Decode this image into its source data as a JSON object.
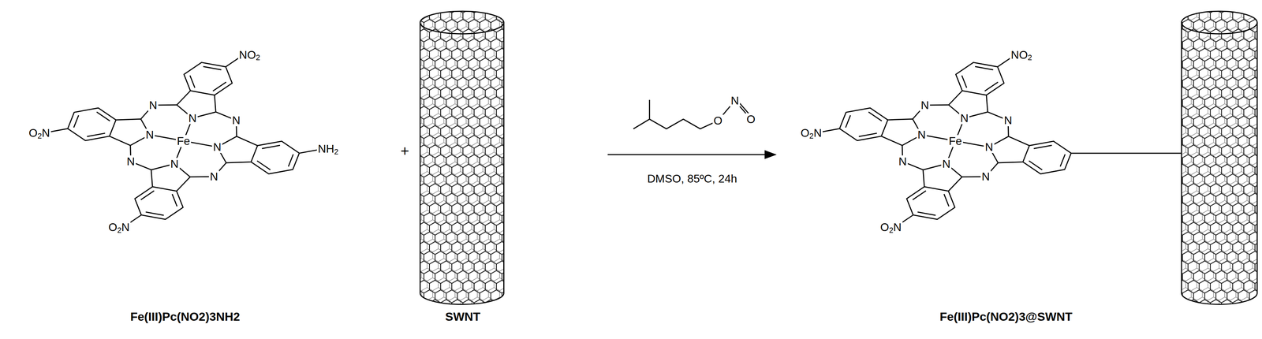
{
  "diagram": {
    "labels": [
      "O2N",
      "N",
      "NO2",
      "N",
      "Fe",
      "N",
      "N",
      "N",
      "N",
      "N",
      "NH2",
      "N",
      "O2N",
      "+",
      "O",
      "N",
      "O",
      "DMSO, 85ºC, 24h",
      "O2N",
      "N",
      "NO2",
      "N",
      "Fe",
      "N",
      "N",
      "N",
      "N",
      "N",
      "N",
      "O2N",
      "Fe(III)Pc(NO2)3NH2",
      "SWNT",
      "Fe(III)Pc(NO2)3@SWNT"
    ]
  }
}
